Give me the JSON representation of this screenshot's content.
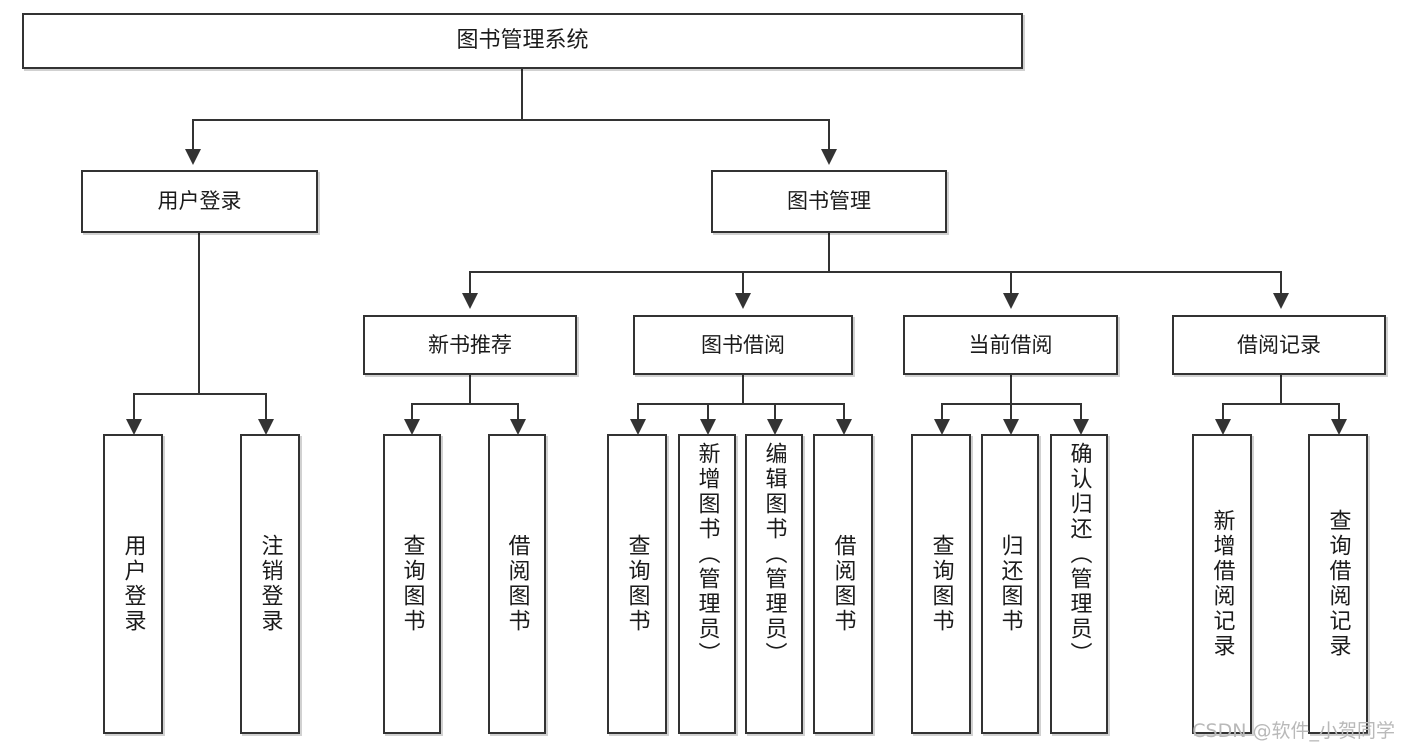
{
  "diagram": {
    "type": "tree",
    "title": "图书管理系统",
    "root": {
      "id": "root",
      "label": "图书管理系统",
      "orientation": "horizontal"
    },
    "level2": [
      {
        "id": "user-login",
        "label": "用户登录",
        "orientation": "horizontal"
      },
      {
        "id": "book-manage",
        "label": "图书管理",
        "orientation": "horizontal"
      }
    ],
    "level3": [
      {
        "id": "new-book-recommend",
        "label": "新书推荐",
        "orientation": "horizontal",
        "parent": "book-manage"
      },
      {
        "id": "book-borrow",
        "label": "图书借阅",
        "orientation": "horizontal",
        "parent": "book-manage"
      },
      {
        "id": "current-borrow",
        "label": "当前借阅",
        "orientation": "horizontal",
        "parent": "book-manage"
      },
      {
        "id": "borrow-record",
        "label": "借阅记录",
        "orientation": "horizontal",
        "parent": "book-manage"
      }
    ],
    "leaves": {
      "user_login": [
        {
          "id": "leaf-user-login",
          "label": "用户登录"
        },
        {
          "id": "leaf-logout-login",
          "label": "注销登录"
        }
      ],
      "new_book_recommend": [
        {
          "id": "leaf-query-book-1",
          "label": "查询图书"
        },
        {
          "id": "leaf-borrow-book-1",
          "label": "借阅图书"
        }
      ],
      "book_borrow": [
        {
          "id": "leaf-query-book-2",
          "label": "查询图书"
        },
        {
          "id": "leaf-add-book",
          "label": "新增图书（管理员）"
        },
        {
          "id": "leaf-edit-book",
          "label": "编辑图书（管理员）"
        },
        {
          "id": "leaf-borrow-book-2",
          "label": "借阅图书"
        }
      ],
      "current_borrow": [
        {
          "id": "leaf-query-book-3",
          "label": "查询图书"
        },
        {
          "id": "leaf-return-book",
          "label": "归还图书"
        },
        {
          "id": "leaf-confirm-return",
          "label": "确认归还（管理员）"
        }
      ],
      "borrow_record": [
        {
          "id": "leaf-add-record",
          "label": "新增借阅记录"
        },
        {
          "id": "leaf-query-record",
          "label": "查询借阅记录"
        }
      ]
    }
  },
  "watermark": {
    "text": "CSDN @软件_小贺同学"
  },
  "colors": {
    "stroke": "#333333",
    "fill": "#ffffff",
    "text": "#1b1b1b",
    "watermark": "#b9b9b9"
  }
}
